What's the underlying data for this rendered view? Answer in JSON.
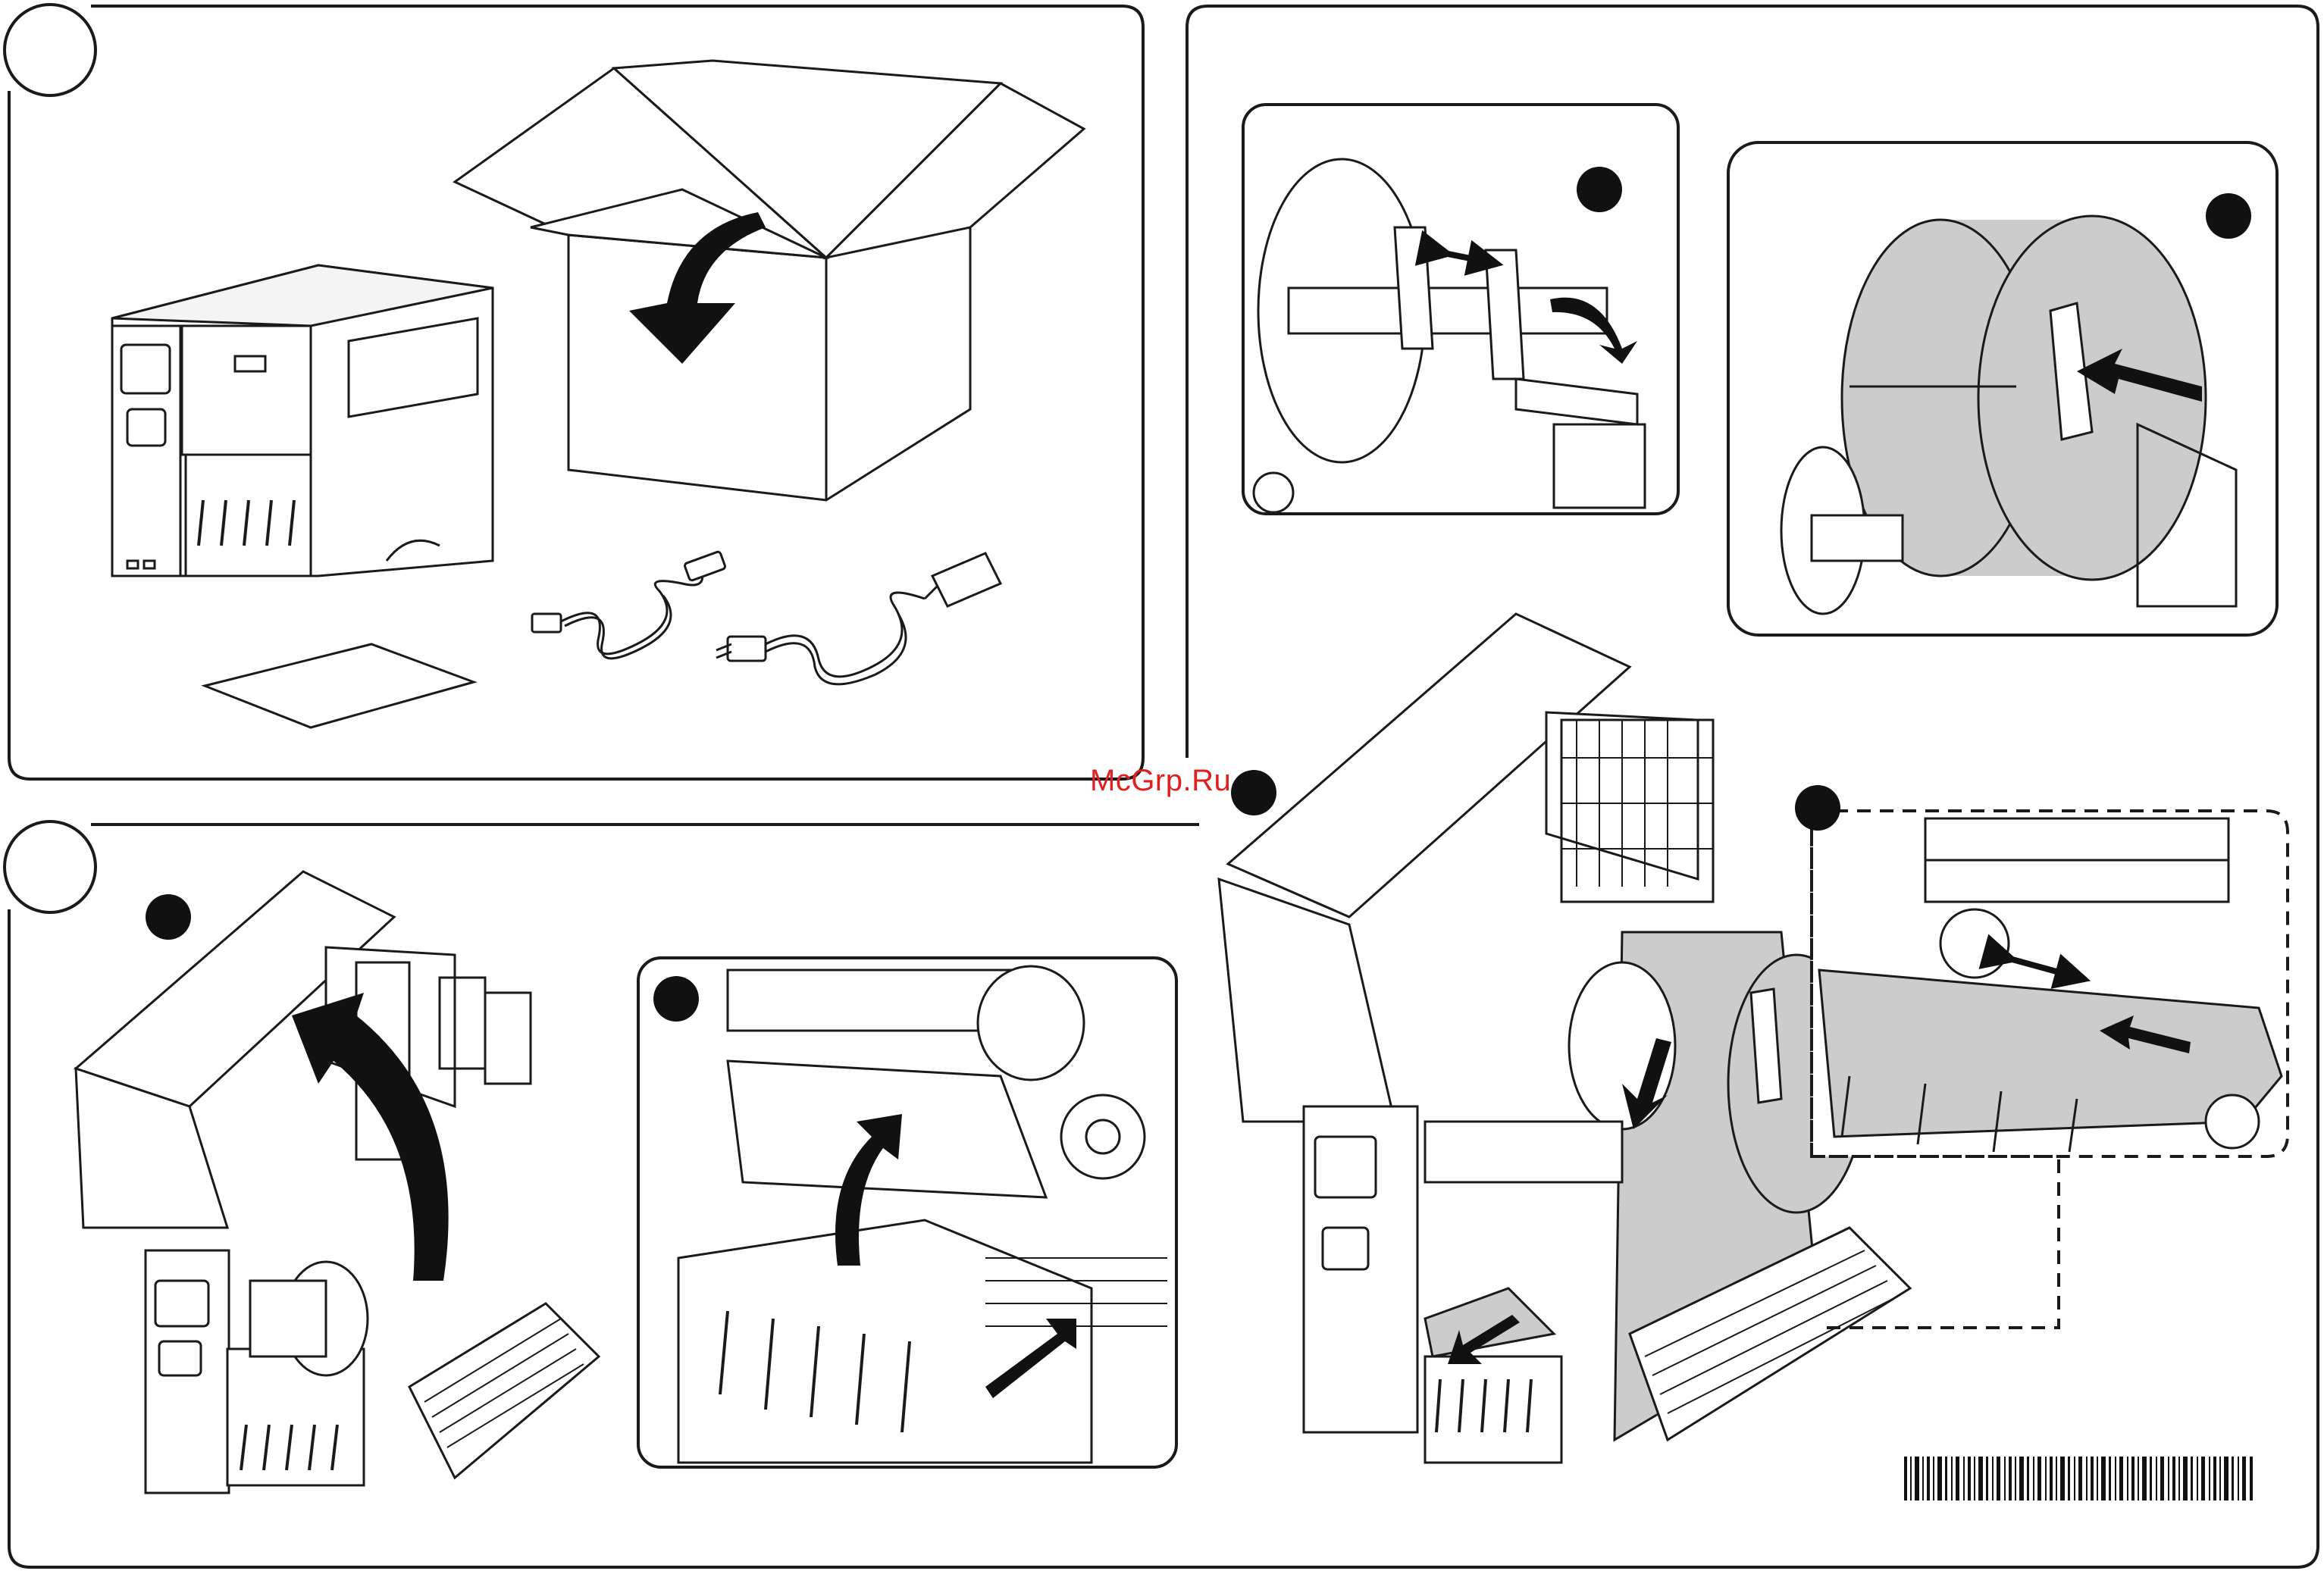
{
  "watermark": {
    "text": "McGrp.Ru",
    "color": "#e02020"
  },
  "colors": {
    "line": "#1a1a1a",
    "media_fill": "#cccccc",
    "marker": "#111111",
    "background": "#ffffff"
  },
  "sections": [
    {
      "id": "unpack",
      "icons": [
        "open-box-icon",
        "down-arrow-icon",
        "printer-icon",
        "usb-cable-icon",
        "power-cord-icon",
        "document-icon"
      ]
    },
    {
      "id": "load-media",
      "icons": [
        "media-holder-icon",
        "media-roll-icon",
        "media-path-icon",
        "push-arrow-icon"
      ]
    },
    {
      "id": "open-cover",
      "icons": [
        "open-cover-arrow-icon",
        "printhead-release-icon"
      ]
    }
  ],
  "barcode": {
    "present": true
  }
}
